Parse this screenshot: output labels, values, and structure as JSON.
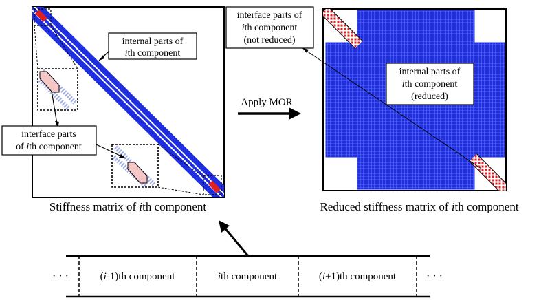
{
  "left_matrix": {
    "caption": {
      "pre": "Stiffness matrix of ",
      "italic": "i",
      "post": "th component"
    },
    "callout_internal": {
      "line1": "internal parts of",
      "line2_italic": "i",
      "line2_rest": "th component"
    },
    "callout_interface": {
      "line1": "interface parts",
      "line2_pre": "of ",
      "line2_italic": "i",
      "line2_rest": "th component"
    }
  },
  "right_matrix": {
    "caption": {
      "pre": "Reduced stiffness matrix of ",
      "italic": "i",
      "post": "th component"
    },
    "callout_interface": {
      "line1": "interface parts of",
      "line2_italic": "i",
      "line2_rest": "th component",
      "line3": "(not reduced)"
    },
    "callout_internal": {
      "line1": "internal parts of",
      "line2_italic": "i",
      "line2_rest": "th component",
      "line3": "(reduced)"
    }
  },
  "arrow": {
    "label": "Apply MOR"
  },
  "component_bar": {
    "ellipsis": "· · ·",
    "prev": {
      "pre": "(",
      "italic": "i",
      "post": "-1)th component"
    },
    "curr": {
      "italic": "i",
      "post": "th component"
    },
    "next": {
      "pre": "(",
      "italic": "i",
      "post": "+1)th component"
    }
  },
  "colors": {
    "band_blue": "#1f2fe0",
    "interface_red": "#e02020",
    "interface_pink": "#f4c6c6",
    "dot_blue": "#9aa6e6"
  }
}
